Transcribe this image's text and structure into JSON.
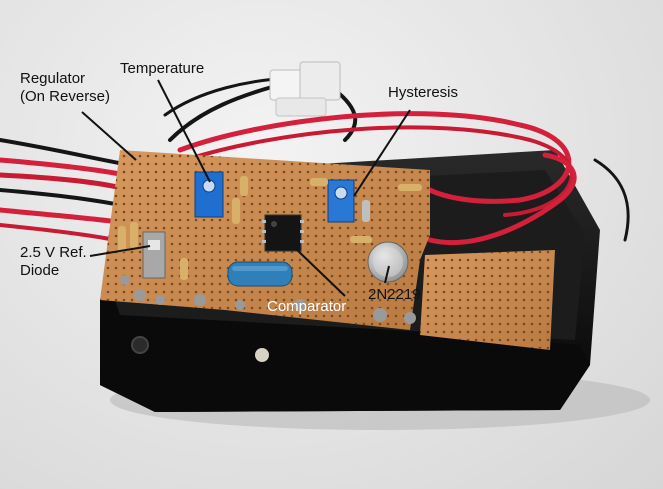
{
  "labels": {
    "regulator_line1": "Regulator",
    "regulator_line2": "(On Reverse)",
    "temperature": "Temperature",
    "hysteresis": "Hysteresis",
    "reference_line1": "2.5 V Ref.",
    "reference_line2": "Diode",
    "comparator": "Comparator",
    "transistor": "2N2219"
  },
  "colors": {
    "background": "#e6e6e6",
    "enclosure": "#0d0d0d",
    "stripboard": "#c98a4f",
    "wire_red": "#d4203a",
    "wire_black": "#151515",
    "trimmer_blue": "#1f6fd1",
    "capacitor_blue": "#2f7fb8"
  }
}
